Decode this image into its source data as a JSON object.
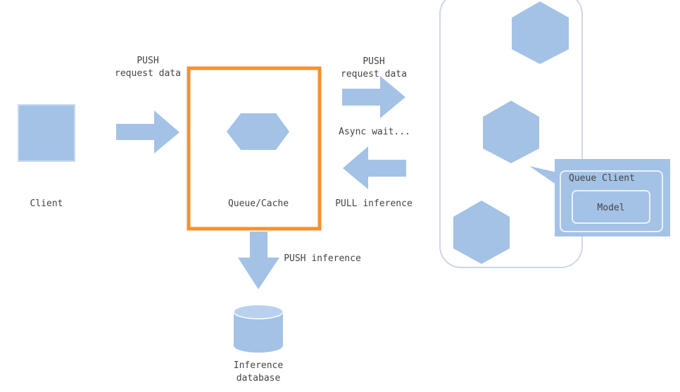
{
  "colors": {
    "shape_fill": "#a4c2e6",
    "highlight_border": "#f5922f",
    "panel_border": "#cfd7e6",
    "text": "#444444"
  },
  "labels": {
    "push_request_1_line1": "PUSH",
    "push_request_1_line2": "request data",
    "push_request_2_line1": "PUSH",
    "push_request_2_line2": "request data",
    "async_wait": "Async wait...",
    "pull_inference": "PULL inference",
    "push_inference": "PUSH inference",
    "client": "Client",
    "queue_cache": "Queue/Cache",
    "queue_client": "Queue Client",
    "model": "Model",
    "inference_db_line1": "Inference",
    "inference_db_line2": "database"
  },
  "icons": {
    "client": "square",
    "queue": "hexagon",
    "workers": "hexagon",
    "database": "cylinder"
  }
}
